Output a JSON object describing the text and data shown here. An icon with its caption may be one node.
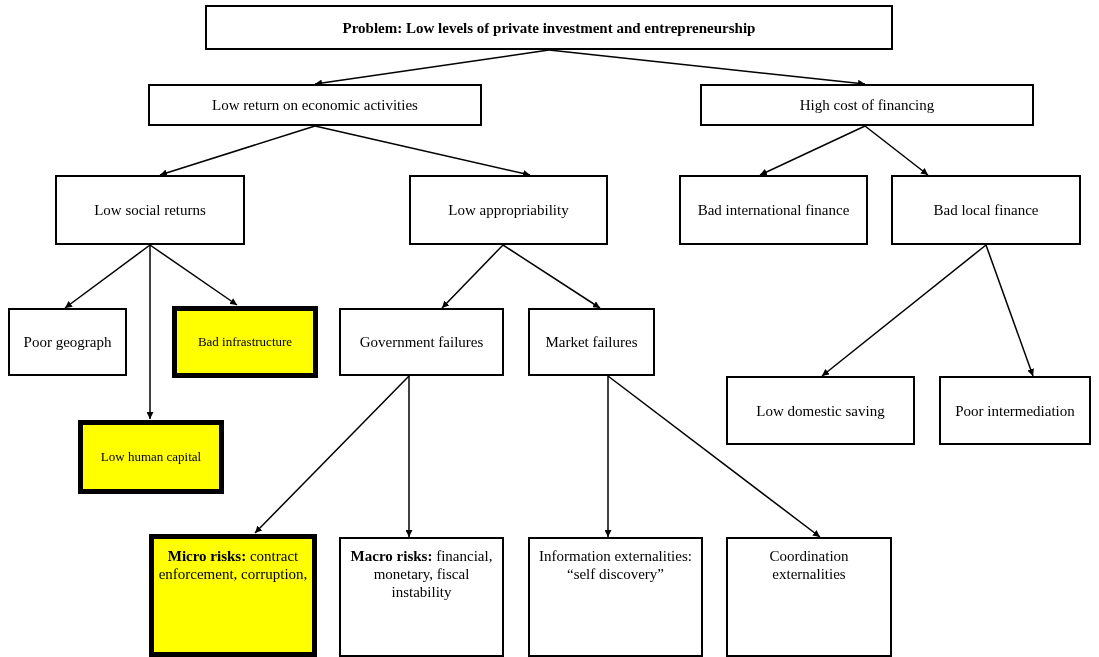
{
  "diagram": {
    "nodes": [
      {
        "text": [
          "Problem: Low levels of private investment and entrepreneurship"
        ]
      },
      {
        "text": [
          "Low return on economic activities"
        ]
      },
      {
        "text": [
          "High cost of financing"
        ]
      },
      {
        "text": [
          "Low social returns"
        ]
      },
      {
        "text": [
          "Low appropriability"
        ]
      },
      {
        "text": [
          "Bad international finance"
        ]
      },
      {
        "text": [
          "Bad local finance"
        ]
      },
      {
        "text": [
          "Poor geograph"
        ]
      },
      {
        "text": [
          "Bad infrastructure"
        ]
      },
      {
        "text": [
          "Government failures"
        ]
      },
      {
        "text": [
          "Market failures"
        ]
      },
      {
        "text": [
          "Low human capital"
        ]
      },
      {
        "text": [
          "Low domestic saving"
        ]
      },
      {
        "text": [
          "Poor intermediation"
        ]
      },
      {
        "text": [
          "**Micro risks:** contract enforcement, corruption,"
        ]
      },
      {
        "text": [
          "**Macro risks:** financial, monetary, fiscal instability"
        ]
      },
      {
        "text": [
          "Information externalities: “self discovery”"
        ]
      },
      {
        "text": [
          "Coordination externalities"
        ]
      }
    ],
    "edges": [
      {
        "from": 0,
        "to": 1,
        "arrow": "to"
      },
      {
        "from": 0,
        "to": 2,
        "arrow": "to"
      },
      {
        "from": 1,
        "to": 3,
        "arrow": "to"
      },
      {
        "from": 1,
        "to": 4,
        "arrow": "to"
      },
      {
        "from": 2,
        "to": 5,
        "arrow": "to"
      },
      {
        "from": 2,
        "to": 6,
        "arrow": "to"
      },
      {
        "from": 3,
        "to": 7,
        "arrow": "to"
      },
      {
        "from": 3,
        "to": 11,
        "arrow": "to"
      },
      {
        "from": 3,
        "to": 8,
        "arrow": "to"
      },
      {
        "from": 4,
        "to": 9,
        "arrow": "to"
      },
      {
        "from": 4,
        "to": 10,
        "arrow": "to"
      },
      {
        "from": 9,
        "to": 14,
        "arrow": "to"
      },
      {
        "from": 9,
        "to": 15,
        "arrow": "to"
      },
      {
        "from": 10,
        "to": 16,
        "arrow": "to"
      },
      {
        "from": 10,
        "to": 17,
        "arrow": "to"
      },
      {
        "from": 6,
        "to": 12,
        "arrow": "to"
      },
      {
        "from": 6,
        "to": 13,
        "arrow": "to"
      }
    ]
  }
}
